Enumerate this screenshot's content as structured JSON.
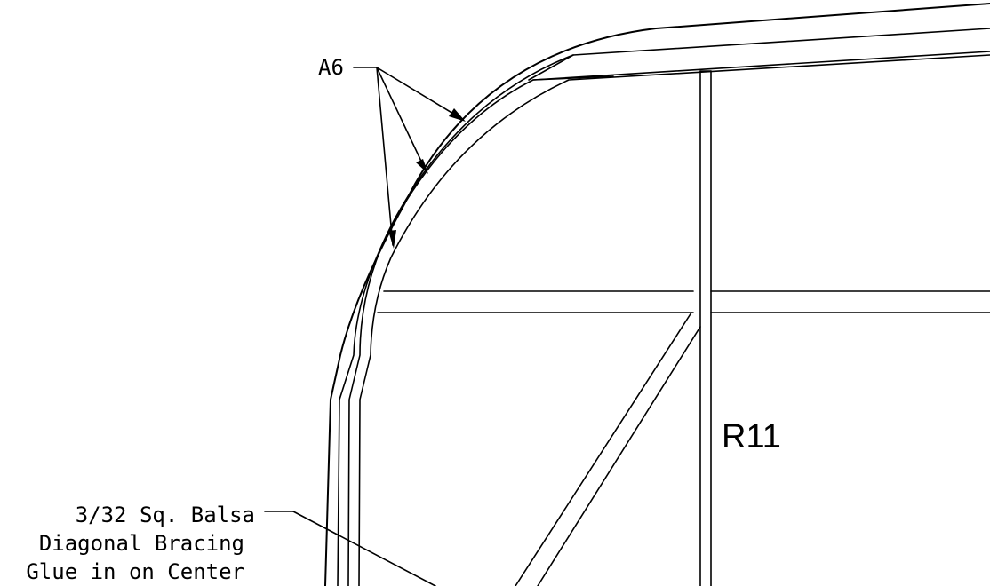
{
  "labels": {
    "part_a6": "A6",
    "part_r11": "R11"
  },
  "note": {
    "line1": "3/32 Sq. Balsa",
    "line2": "Diagonal Bracing",
    "line3": "Glue in on Center"
  },
  "colors": {
    "ink": "#000000",
    "paper": "#ffffff"
  }
}
